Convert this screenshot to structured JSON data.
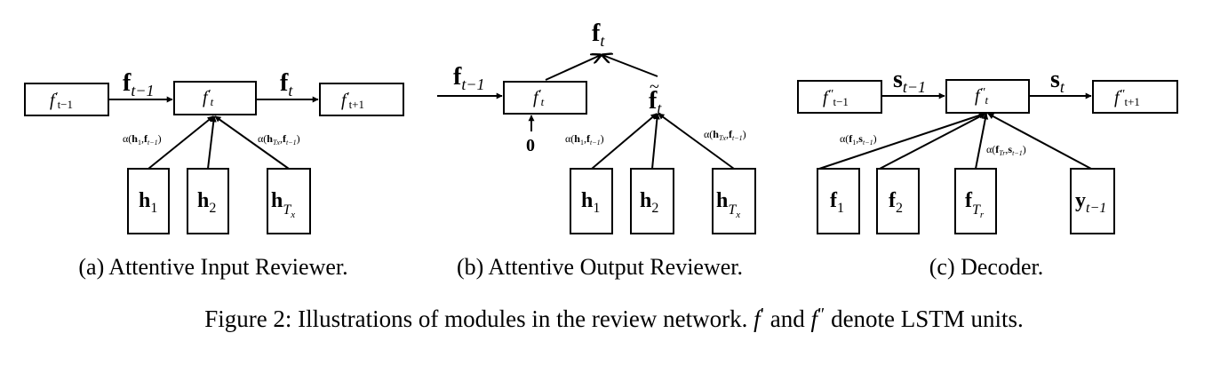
{
  "figure_caption": "Figure 2: Illustrations of modules in the review network. f′ and f″ denote LSTM units.",
  "panel_a": {
    "caption": "(a) Attentive Input Reviewer.",
    "box_prev": "f′t−1",
    "box_cur": "f′t",
    "box_next": "f′t+1",
    "edge_in": "ft−1",
    "edge_out": "ft",
    "attn_left": "α(h1,ft−1)",
    "attn_right": "α(hTx,ft−1)",
    "inputs": [
      "h1",
      "h2",
      "hTx"
    ]
  },
  "panel_b": {
    "caption": "(b) Attentive Output Reviewer.",
    "box_cur": "f′t",
    "edge_in": "ft−1",
    "zero_input": "0",
    "output_top": "ft",
    "tilde_label": "f̃t",
    "attn_left": "α(h1,ft−1)",
    "attn_right": "α(hTx,ft−1)",
    "inputs": [
      "h1",
      "h2",
      "hTx"
    ]
  },
  "panel_c": {
    "caption": "(c) Decoder.",
    "box_prev": "f″t−1",
    "box_cur": "f″t",
    "box_next": "f″t+1",
    "edge_in": "st−1",
    "edge_out": "st",
    "attn_left": "α(f1,st−1)",
    "attn_right": "α(fTr,st−1)",
    "inputs": [
      "f1",
      "f2",
      "fTr",
      "yt−1"
    ]
  }
}
